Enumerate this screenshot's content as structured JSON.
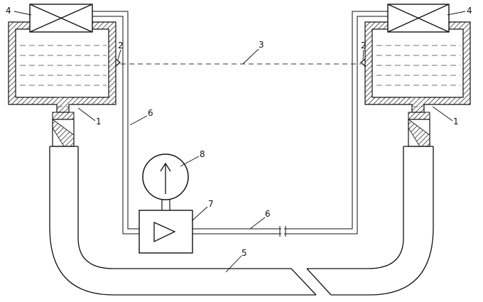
{
  "labels": {
    "sensor": "1",
    "level_marker": "2",
    "reference_line": "3",
    "valve_block": "4",
    "hose": "5",
    "air_line": "6",
    "transducer": "7",
    "gauge": "8"
  },
  "colors": {
    "stroke": "#111111",
    "hatch": "#333333",
    "background": "#ffffff"
  },
  "icons": {
    "valve_symbol": "box-with-x-icon",
    "gauge_pointer": "up-arrow-icon",
    "amplifier_symbol": "triangle-play-icon"
  }
}
